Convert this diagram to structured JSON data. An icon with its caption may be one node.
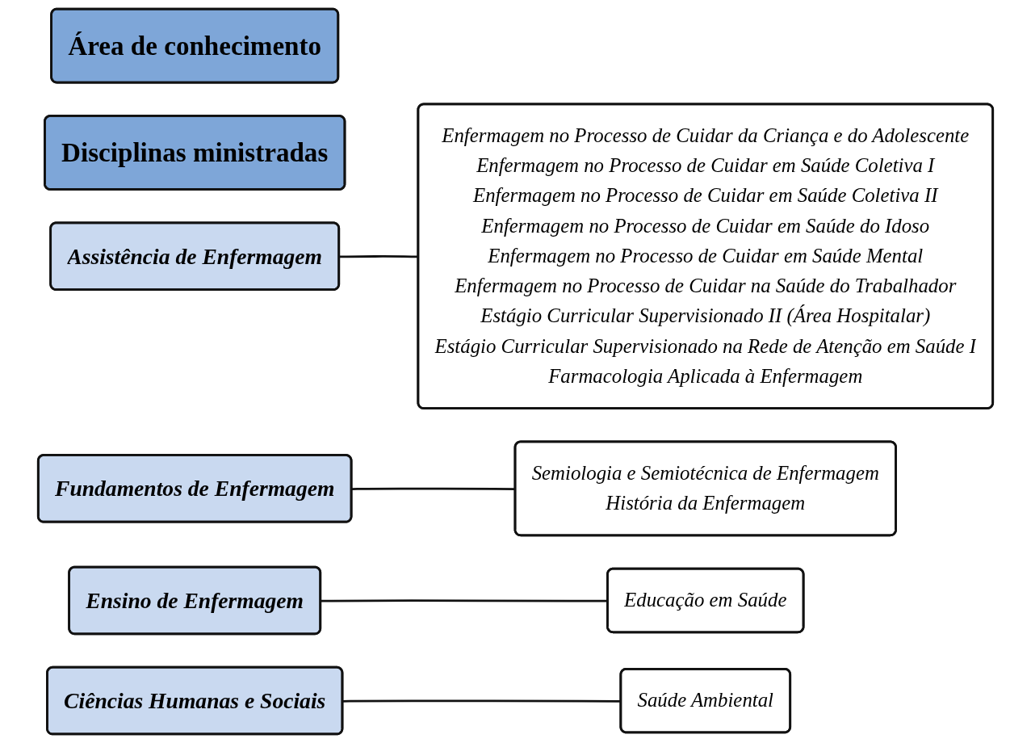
{
  "diagram": {
    "nodes": [
      {
        "text": [
          "Área de conhecimento"
        ]
      },
      {
        "text": [
          "Disciplinas ministradas"
        ]
      },
      {
        "text": [
          "Assistência de Enfermagem"
        ]
      },
      {
        "text": [
          "Enfermagem no Processo de Cuidar da Criança e do Adolescente",
          "Enfermagem no Processo de Cuidar em Saúde Coletiva I",
          "Enfermagem no Processo de Cuidar em Saúde Coletiva II",
          "Enfermagem no Processo de Cuidar em Saúde do Idoso",
          "Enfermagem no Processo de Cuidar em Saúde Mental",
          "Enfermagem no Processo de Cuidar na Saúde do Trabalhador",
          "Estágio Curricular Supervisionado II (Área Hospitalar)",
          "Estágio Curricular Supervisionado na Rede de Atenção em Saúde I",
          "Farmacologia Aplicada à Enfermagem"
        ]
      },
      {
        "text": [
          "Fundamentos de Enfermagem"
        ]
      },
      {
        "text": [
          "Semiologia e Semiotécnica de Enfermagem",
          "História da Enfermagem"
        ]
      },
      {
        "text": [
          "Ensino de Enfermagem"
        ]
      },
      {
        "text": [
          "Educação em Saúde"
        ]
      },
      {
        "text": [
          "Ciências Humanas e Sociais"
        ]
      },
      {
        "text": [
          "Saúde Ambiental"
        ]
      }
    ],
    "edges": [
      {
        "from": 2,
        "to": 3,
        "arrow": "none"
      },
      {
        "from": 4,
        "to": 5,
        "arrow": "none"
      },
      {
        "from": 6,
        "to": 7,
        "arrow": "none"
      },
      {
        "from": 8,
        "to": 9,
        "arrow": "none"
      }
    ]
  }
}
